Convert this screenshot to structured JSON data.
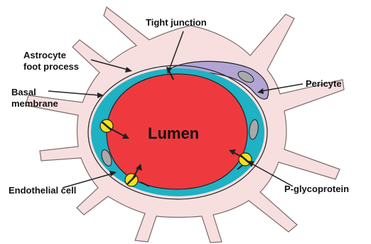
{
  "labels": {
    "tight_junction": "Tight junction",
    "astrocyte_line1": "Astrocyte",
    "astrocyte_line2": "foot process",
    "basal_line1": "Basal",
    "basal_line2": "membrane",
    "pericyte": "Pericyte",
    "lumen": "Lumen",
    "p_glycoprotein": "P-glycoprotein",
    "endothelial_cell": "Endothelial cell"
  },
  "colors": {
    "astrocyte": "#f7dfe0",
    "astrocyte_outline": "#7a6a6a",
    "endothelium": "#1fb1c4",
    "lumen": "#ee3a3f",
    "pericyte": "#b2a5d4",
    "nucleus": "#a7a9ab",
    "pgp": "#f4e21c",
    "outline": "#222222"
  }
}
